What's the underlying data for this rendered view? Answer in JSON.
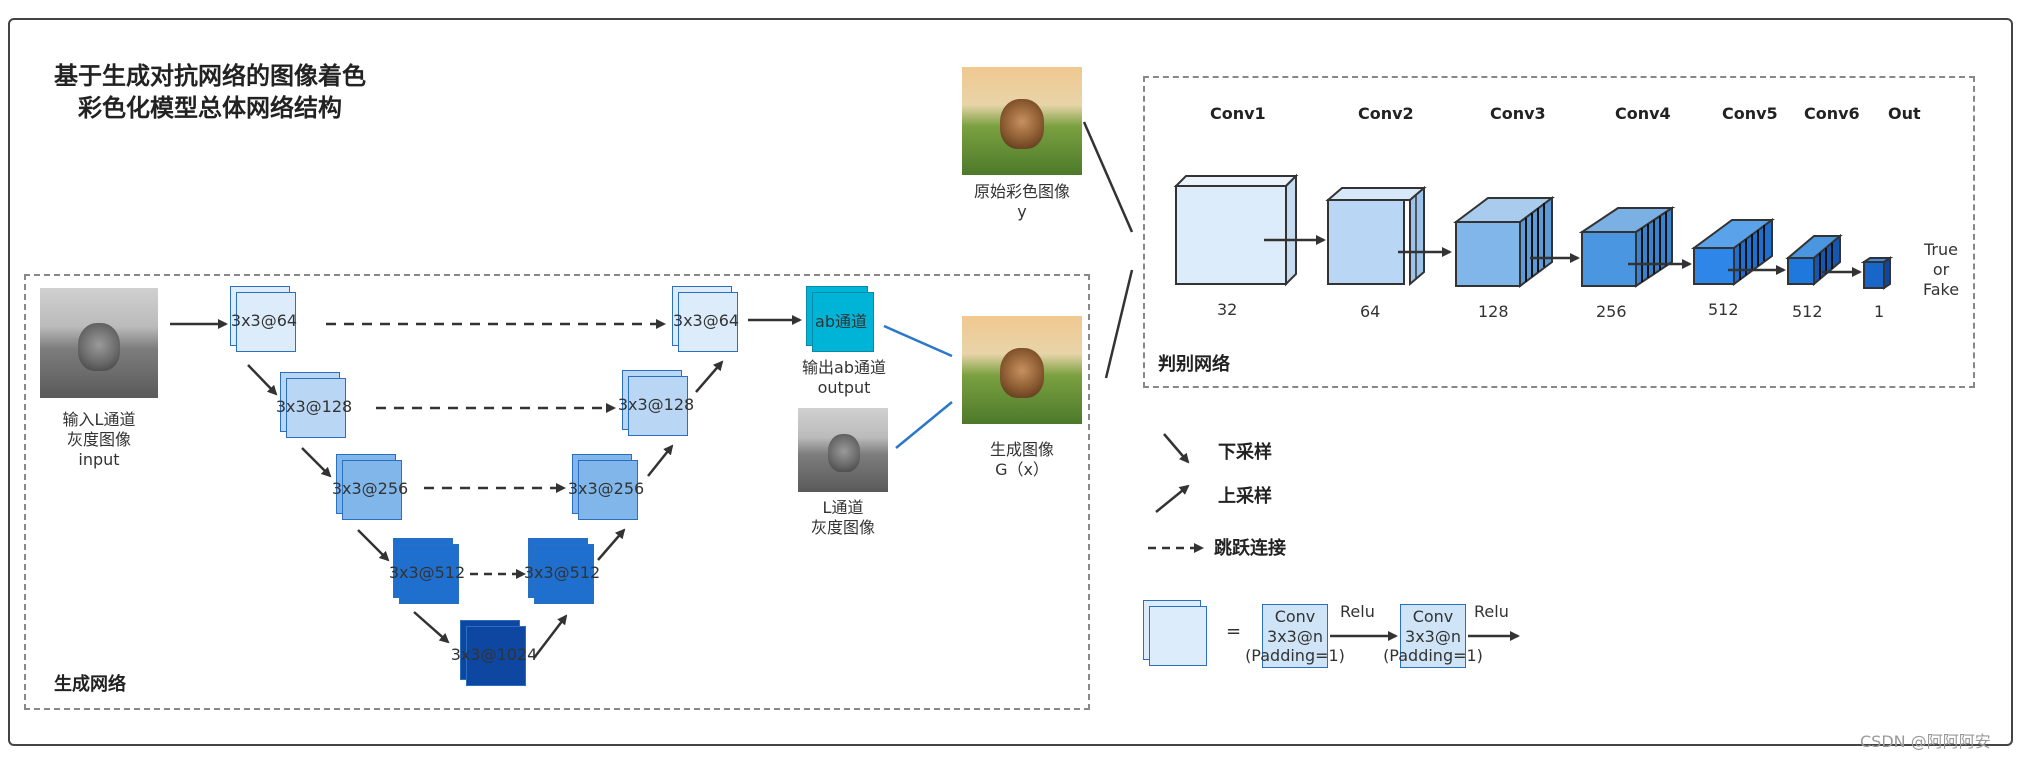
{
  "title": {
    "line1": "基于生成对抗网络的图像着色",
    "line2": "彩色化模型总体网络结构"
  },
  "generator": {
    "label": "生成网络",
    "input_caption": [
      "输入L通道",
      "灰度图像",
      "input"
    ],
    "blocks": {
      "enc1": "3x3@64",
      "enc2": "3x3@128",
      "enc3": "3x3@256",
      "enc4": "3x3@512",
      "bottom": "3x3@1024",
      "dec4": "3x3@512",
      "dec3": "3x3@256",
      "dec2": "3x3@128",
      "dec1": "3x3@64"
    },
    "ab_block": "ab通道",
    "ab_caption": [
      "输出ab通道",
      "output"
    ],
    "l_caption": [
      "L通道",
      "灰度图像"
    ],
    "generated_caption": [
      "生成图像",
      "G（x）"
    ],
    "original_caption": [
      "原始彩色图像",
      "y"
    ]
  },
  "discriminator": {
    "label": "判别网络",
    "layers": [
      {
        "name": "Conv1",
        "channels": "32"
      },
      {
        "name": "Conv2",
        "channels": "64"
      },
      {
        "name": "Conv3",
        "channels": "128"
      },
      {
        "name": "Conv4",
        "channels": "256"
      },
      {
        "name": "Conv5",
        "channels": "512"
      },
      {
        "name": "Conv6",
        "channels": "512"
      },
      {
        "name": "Out",
        "channels": "1"
      }
    ],
    "output": [
      "True",
      "or",
      "Fake"
    ]
  },
  "legend": {
    "down": "下采样",
    "up": "上采样",
    "skip": "跳跃连接",
    "equals": "=",
    "conv_box": [
      "Conv",
      "3x3@n",
      "(Padding=1)"
    ],
    "relu": "Relu"
  },
  "watermark": "CSDN @阿阿阿安",
  "colors": {
    "lightest": "#dcecfb",
    "light": "#b9d7f4",
    "mid": "#80b6ea",
    "mid2": "#4a96e0",
    "dark": "#1f6fcf",
    "darkest": "#0d47a1",
    "cyan": "#00b4d8",
    "line_blue": "#2a78c8"
  }
}
